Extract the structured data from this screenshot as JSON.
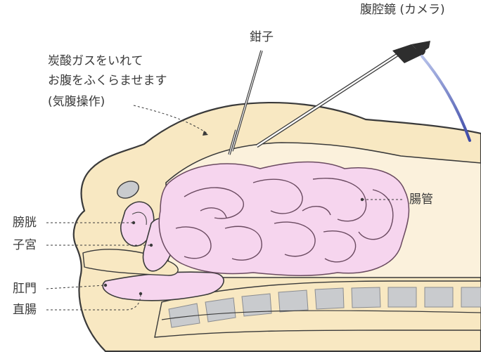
{
  "labels": {
    "laparoscope": "腹腔鏡 (カメラ)",
    "forceps": "鉗子",
    "insufflation_line1": "炭酸ガスをいれて",
    "insufflation_line2": "お腹をふくらませます",
    "insufflation_line3": "(気腹操作)",
    "intestine": "腸管",
    "bladder": "膀胱",
    "uterus": "子宮",
    "anus": "肛門",
    "rectum": "直腸"
  },
  "colors": {
    "body_fill": "#f8e8c2",
    "outline": "#3a3a3a",
    "organ_fill": "#f6d5ee",
    "organ_stroke": "#6a4a60",
    "bone_fill": "#c9cbce",
    "instrument": "#3a3a3a",
    "cable": "#4a5ab0"
  }
}
